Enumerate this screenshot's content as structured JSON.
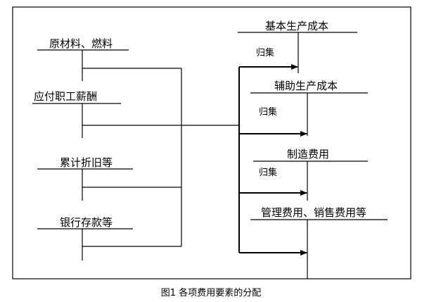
{
  "sources": [
    {
      "id": "raw-materials",
      "label": "原材料、燃料"
    },
    {
      "id": "payroll",
      "label": "应付职工薪酬"
    },
    {
      "id": "depreciation",
      "label": "累计折旧等"
    },
    {
      "id": "bank-deposits",
      "label": "银行存款等"
    }
  ],
  "targets": [
    {
      "id": "basic-production",
      "label": "基本生产成本"
    },
    {
      "id": "auxiliary-production",
      "label": "辅助生产成本"
    },
    {
      "id": "manufacturing-overhead",
      "label": "制造费用"
    },
    {
      "id": "admin-sales",
      "label": "管理费用、销售费用等"
    }
  ],
  "collect_label": "归集",
  "caption": "图1  各项费用要素的分配"
}
